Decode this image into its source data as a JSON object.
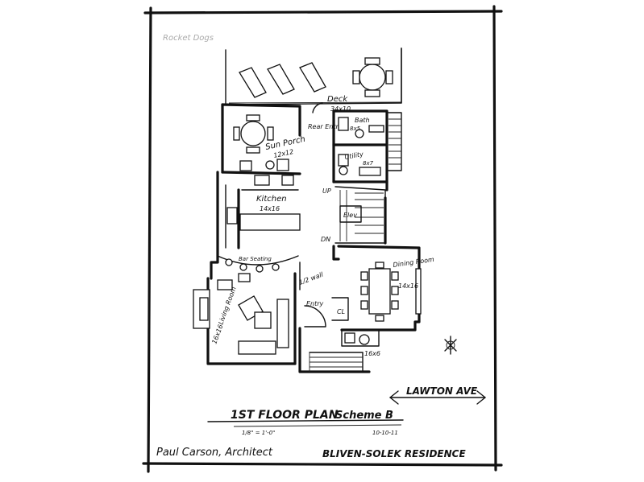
{
  "title_block": {
    "title": "1ST FLOOR PLAN",
    "scheme": "Scheme B",
    "scale": "1/8\" = 1'-0\"",
    "date": "10-10-11",
    "architect": "Paul Carson, Architect",
    "residence": "BLIVEN-SOLEK RESIDENCE"
  },
  "street": {
    "label": "LAWTON AVE"
  },
  "corner_note": "Rocket Dogs",
  "rooms": {
    "deck": {
      "name": "Deck",
      "size": "34x10"
    },
    "sun_porch": {
      "name": "Sun Porch",
      "size": "12x12"
    },
    "rear_entry": {
      "name": "Rear Entry"
    },
    "bath": {
      "name": "Bath",
      "size": "8x5"
    },
    "utility": {
      "name": "Utility",
      "size": "8x7"
    },
    "kitchen": {
      "name": "Kitchen",
      "size": "14x16"
    },
    "elevator": {
      "name": "Elev"
    },
    "bar_seating": {
      "name": "Bar Seating"
    },
    "dining_room": {
      "name": "Dining Room",
      "size": "14x16"
    },
    "half_wall": {
      "name": "1/2 wall"
    },
    "entry": {
      "name": "Entry"
    },
    "closet": {
      "name": "CL"
    },
    "living_room": {
      "name": "Living Room",
      "size": "16x16"
    },
    "bottom_room": {
      "size": "16x6"
    }
  },
  "stairs": {
    "up": "UP",
    "down": "DN"
  }
}
